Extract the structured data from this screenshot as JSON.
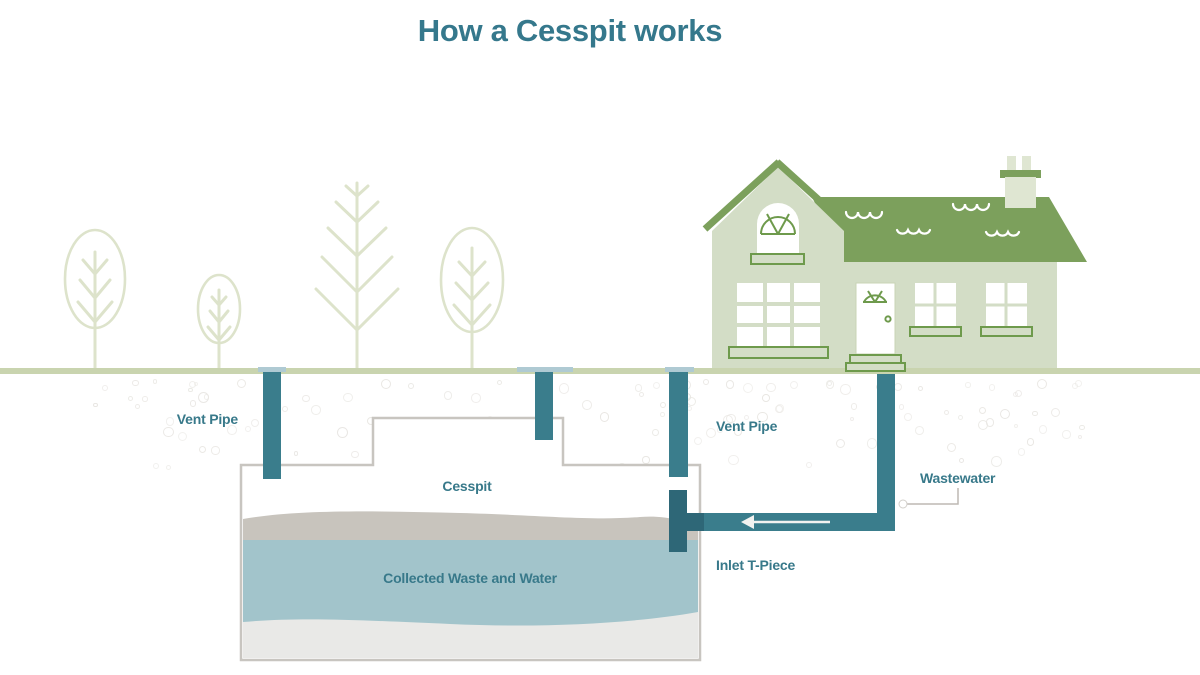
{
  "title": "How a Cesspit works",
  "labels": {
    "vent_pipe_left": "Vent Pipe",
    "vent_pipe_right": "Vent Pipe",
    "cesspit": "Cesspit",
    "collected_waste": "Collected Waste and Water",
    "wastewater": "Wastewater",
    "inlet_t_piece": "Inlet T-Piece"
  },
  "colors": {
    "title-teal": "#35788C",
    "label-teal": "#38798A",
    "pipe-teal": "#3A7D8C",
    "pipe-dark-teal": "#2E6777",
    "pipe-cap": "#AFCAD3",
    "ground-green": "#C9D4AF",
    "roof-green": "#7CA05C",
    "frame-green": "#6E9A4C",
    "wall-green": "#D3DDC6",
    "chimney-light": "#DFE6D2",
    "tree-green": "#DDE3CB",
    "tank-border": "#C8C5C0",
    "scum-gray": "#C8C4BD",
    "water-blue": "#A2C4CB",
    "sludge-gray": "#E9E9E7",
    "leader-gray": "#BDB9B4",
    "soil-dot": "#E9E7E3"
  }
}
